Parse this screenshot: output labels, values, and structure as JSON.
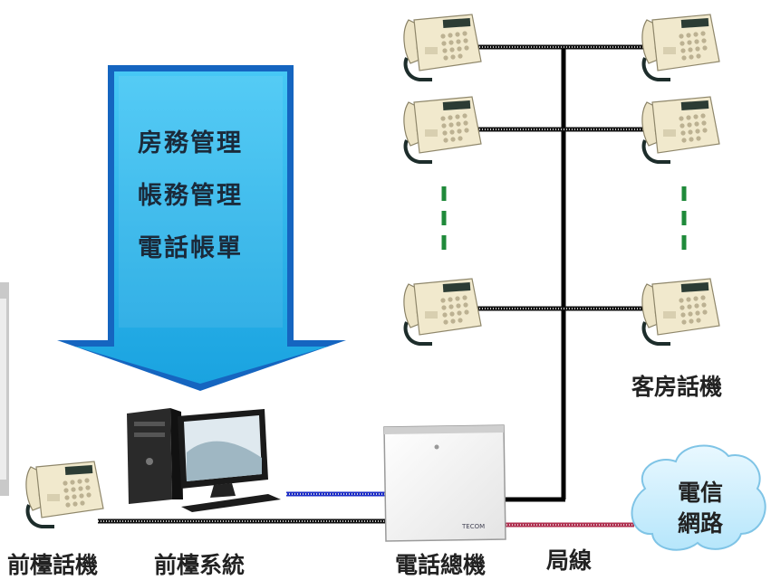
{
  "arrow": {
    "line1": "房務管理",
    "line2": "帳務管理",
    "line3": "電話帳單"
  },
  "labels": {
    "front_desk_phone": "前檯話機",
    "front_desk_system": "前檯系統",
    "pbx": "電話總機",
    "trunk_line": "局線",
    "guest_phones": "客房話機"
  },
  "cloud": {
    "line1": "電信",
    "line2": "網路"
  },
  "colors": {
    "arrow_fill": "#29b4ea",
    "arrow_border": "#1565c0",
    "trunk": "#b03050",
    "pc_link": "#1e2ec8",
    "ellipsis": "#1f8a3a"
  }
}
